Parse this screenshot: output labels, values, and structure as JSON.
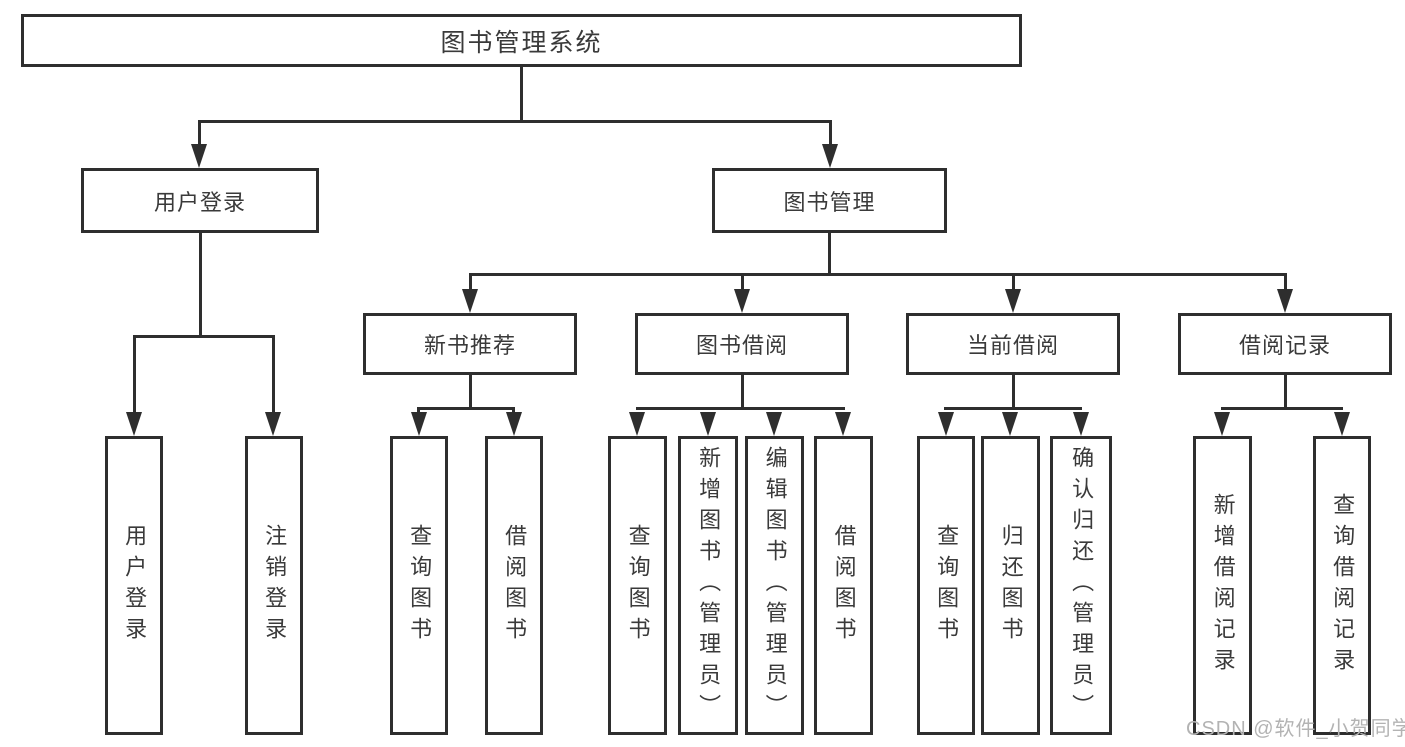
{
  "diagram": {
    "root": {
      "label": "图书管理系统"
    },
    "level2": [
      {
        "label": "用户登录"
      },
      {
        "label": "图书管理"
      }
    ],
    "level3": [
      {
        "label": "新书推荐"
      },
      {
        "label": "图书借阅"
      },
      {
        "label": "当前借阅"
      },
      {
        "label": "借阅记录"
      }
    ],
    "level4": [
      {
        "label": "用户登录"
      },
      {
        "label": "注销登录"
      },
      {
        "label": "查询图书"
      },
      {
        "label": "借阅图书"
      },
      {
        "label": "查询图书"
      },
      {
        "label": "新增图书（管理员）"
      },
      {
        "label": "编辑图书（管理员）"
      },
      {
        "label": "借阅图书"
      },
      {
        "label": "查询图书"
      },
      {
        "label": "归还图书"
      },
      {
        "label": "确认归还（管理员）"
      },
      {
        "label": "新增借阅记录"
      },
      {
        "label": "查询借阅记录"
      }
    ],
    "watermark": "CSDN @软件_小贺同学",
    "colors": {
      "line": "#2e2e2e",
      "text": "#3a3a3a",
      "watermark": "#b3b3b3",
      "background": "#ffffff"
    }
  }
}
